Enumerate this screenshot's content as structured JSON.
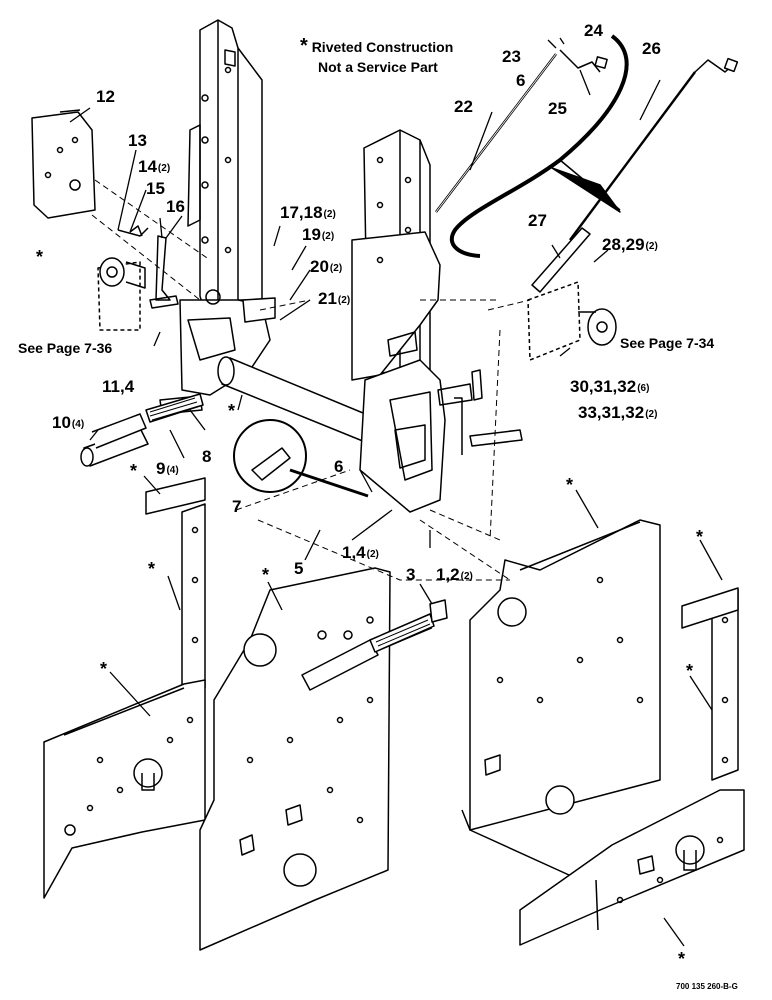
{
  "note": {
    "star": "*",
    "line1": "Riveted Construction",
    "line2": "Not a Service Part"
  },
  "see_pages": {
    "left": "See Page 7-36",
    "right": "See Page 7-34"
  },
  "figure_id": "700 135 260-B-G",
  "labels": {
    "l12": {
      "text": "12",
      "qty": ""
    },
    "l13": {
      "text": "13",
      "qty": ""
    },
    "l14": {
      "text": "14",
      "qty": "(2)"
    },
    "l15": {
      "text": "15",
      "qty": ""
    },
    "l16": {
      "text": "16",
      "qty": ""
    },
    "l17": {
      "text": "17,18",
      "qty": "(2)"
    },
    "l19": {
      "text": "19",
      "qty": "(2)"
    },
    "l20": {
      "text": "20",
      "qty": "(2)"
    },
    "l21": {
      "text": "21",
      "qty": "(2)"
    },
    "l22": {
      "text": "22",
      "qty": ""
    },
    "l23": {
      "text": "23",
      "qty": ""
    },
    "l24": {
      "text": "24",
      "qty": ""
    },
    "l6a": {
      "text": "6",
      "qty": ""
    },
    "l25": {
      "text": "25",
      "qty": ""
    },
    "l26": {
      "text": "26",
      "qty": ""
    },
    "l27": {
      "text": "27",
      "qty": ""
    },
    "l28": {
      "text": "28,29",
      "qty": "(2)"
    },
    "l30": {
      "text": "30,31,32",
      "qty": "(6)"
    },
    "l33": {
      "text": "33,31,32",
      "qty": "(2)"
    },
    "l11": {
      "text": "11,4",
      "qty": ""
    },
    "l10": {
      "text": "10",
      "qty": "(4)"
    },
    "l9": {
      "text": "9",
      "qty": "(4)"
    },
    "l8": {
      "text": "8",
      "qty": ""
    },
    "l7": {
      "text": "7",
      "qty": ""
    },
    "l6b": {
      "text": "6",
      "qty": ""
    },
    "l5": {
      "text": "5",
      "qty": ""
    },
    "l1a": {
      "text": "1,4",
      "qty": "(2)"
    },
    "l3": {
      "text": "3",
      "qty": ""
    },
    "l1b": {
      "text": "1,2",
      "qty": "(2)"
    }
  },
  "stars": "*"
}
